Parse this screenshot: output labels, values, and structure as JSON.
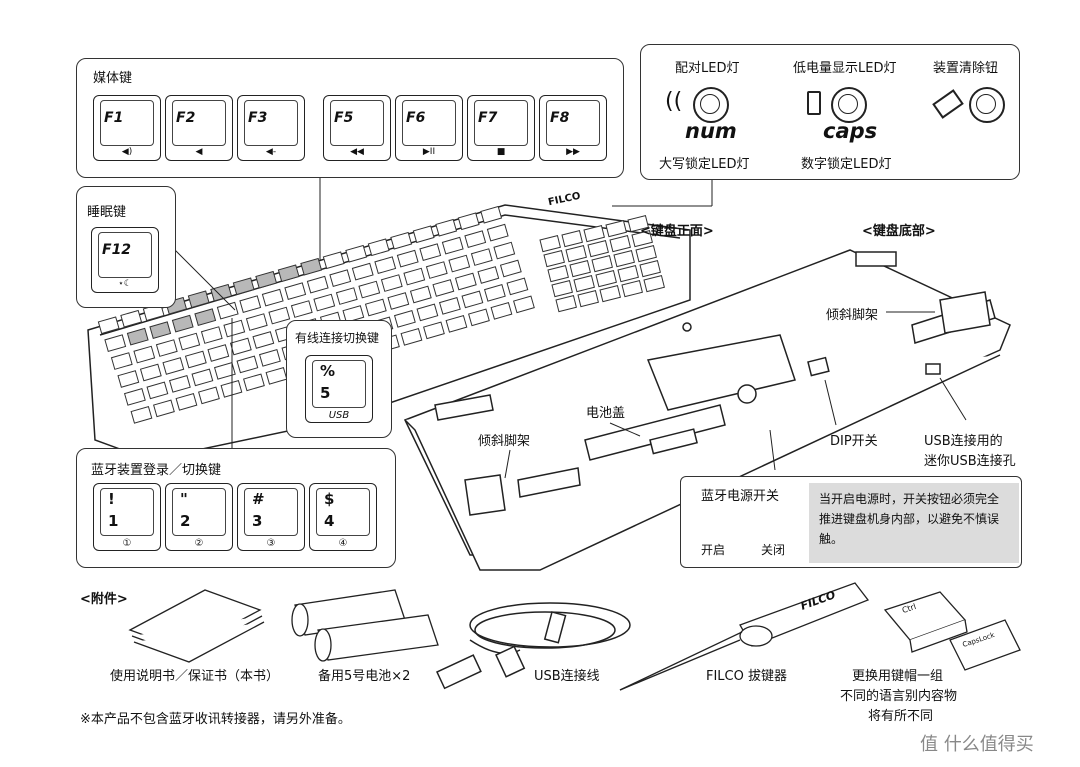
{
  "media_keys": {
    "title": "媒体键",
    "keys": [
      {
        "label": "F1",
        "sub": "◀)"
      },
      {
        "label": "F2",
        "sub": "◀"
      },
      {
        "label": "F3",
        "sub": "◀-"
      },
      {
        "label": "F5",
        "sub": "◀◀"
      },
      {
        "label": "F6",
        "sub": "▶II"
      },
      {
        "label": "F7",
        "sub": "■"
      },
      {
        "label": "F8",
        "sub": "▶▶"
      }
    ]
  },
  "sleep_key": {
    "title": "睡眠键",
    "label": "F12",
    "sub": "⋆☾"
  },
  "leds": {
    "pair_led": "配对LED灯",
    "low_battery_led": "低电量显示LED灯",
    "reset_button": "装置清除钮",
    "num_word": "num",
    "caps_word": "caps",
    "caps_lock_led": "大写锁定LED灯",
    "num_lock_led": "数字锁定LED灯"
  },
  "views": {
    "front": "<键盘正面>",
    "bottom": "<键盘底部>"
  },
  "brand": "FILCO",
  "wired_key": {
    "title": "有线连接切换键",
    "top": "%",
    "bottom": "5",
    "sub": "USB"
  },
  "bt_keys": {
    "title": "蓝牙装置登录／切换键",
    "keys": [
      {
        "top": "!",
        "bottom": "1",
        "sub": "①"
      },
      {
        "top": "\"",
        "bottom": "2",
        "sub": "②"
      },
      {
        "top": "#",
        "bottom": "3",
        "sub": "③"
      },
      {
        "top": "$",
        "bottom": "4",
        "sub": "④"
      }
    ]
  },
  "bottom_labels": {
    "tilt_foot_right": "倾斜脚架",
    "tilt_foot_left": "倾斜脚架",
    "battery_cover": "电池盖",
    "dip_switch": "DIP开关",
    "usb_port_line1": "USB连接用的",
    "usb_port_line2": "迷你USB连接孔"
  },
  "bt_power": {
    "title": "蓝牙电源开关",
    "on": "开启",
    "off": "关闭",
    "note": "当开启电源时，开关按钮必须完全推进键盘机身内部，以避免不慎误触。"
  },
  "accessories": {
    "title": "<附件>",
    "items": [
      "使用说明书／保证书（本书）",
      "备用5号电池×2",
      "USB连接线",
      "FILCO 拔键器"
    ],
    "keycaps_line1": "更换用键帽一组",
    "keycaps_line2": "不同的语言别内容物",
    "keycaps_line3": "将有所不同",
    "keycap_ctrl": "Ctrl",
    "keycap_capslock": "CapsLock",
    "footnote": "※本产品不包含蓝牙收讯转接器，请另外准备。",
    "watermark": "值 什么值得买"
  }
}
